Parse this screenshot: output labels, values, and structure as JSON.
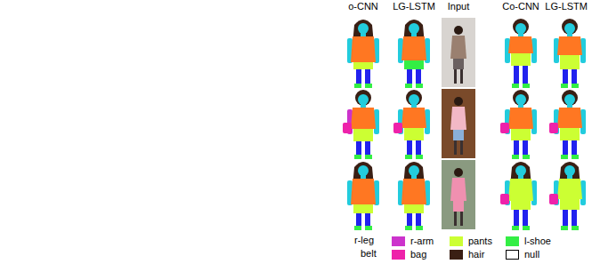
{
  "diagram": {
    "labels": [
      "o-CNN",
      "LG-LSTM",
      "Input",
      "Co-CNN",
      "LG-LSTM",
      "r-leg",
      "belt"
    ],
    "legend": [
      {
        "text": "r-arm",
        "color": "#cc33cc"
      },
      {
        "text": "pants",
        "color": "#ccff33"
      },
      {
        "text": "l-shoe",
        "color": "#33ee44"
      },
      {
        "text": "bag",
        "color": "#ee22aa"
      },
      {
        "text": "hair",
        "color": "#3a1f14"
      },
      {
        "text": "null",
        "color": "#ffffff"
      }
    ]
  }
}
